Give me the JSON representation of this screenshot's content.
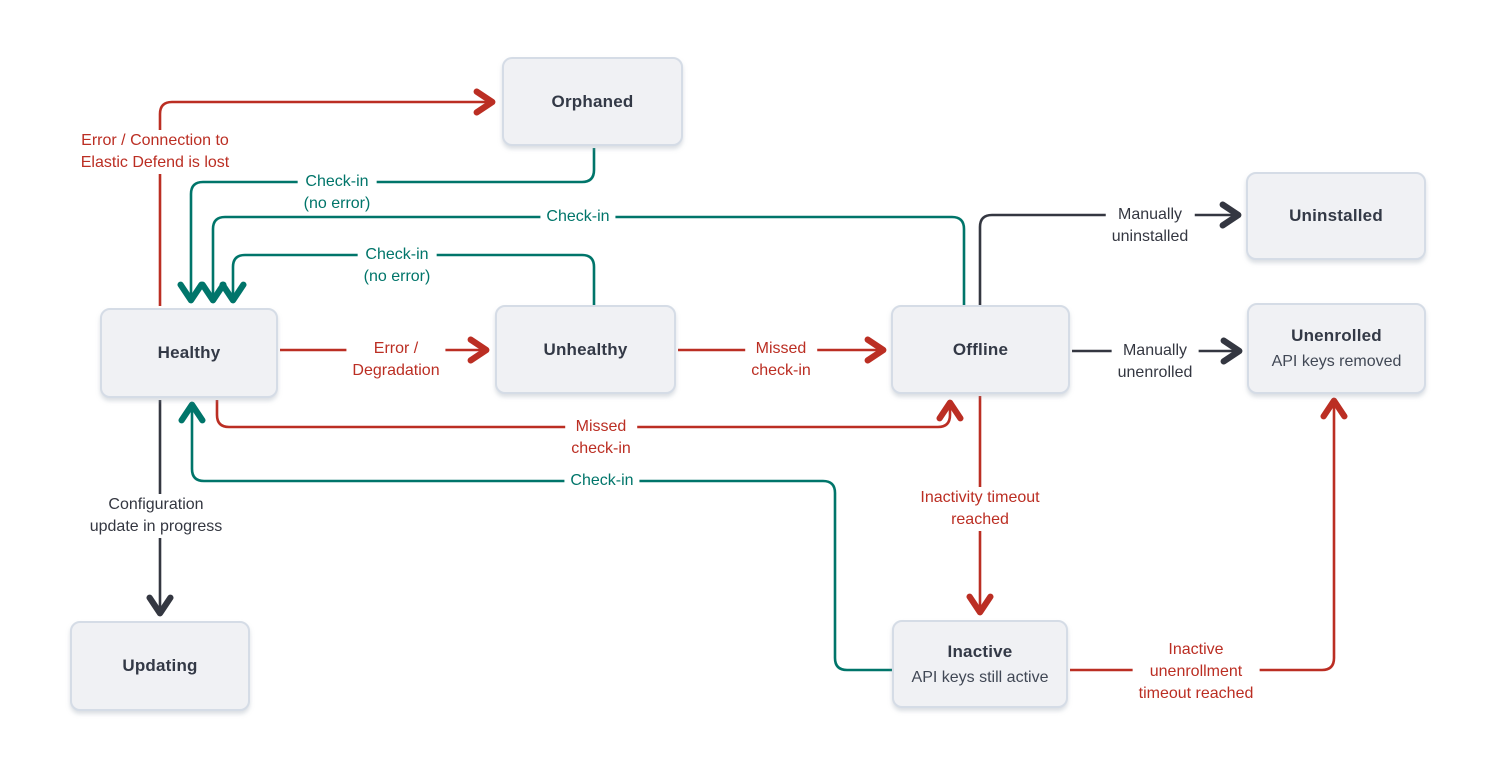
{
  "palette": {
    "red": "#bb2e23",
    "teal": "#00756a",
    "dark": "#343741",
    "node_fill": "#f0f1f4",
    "node_border": "#d5dce6"
  },
  "nodes": {
    "orphaned": {
      "label": "Orphaned"
    },
    "uninstalled": {
      "label": "Uninstalled"
    },
    "healthy": {
      "label": "Healthy"
    },
    "unhealthy": {
      "label": "Unhealthy"
    },
    "offline": {
      "label": "Offline"
    },
    "unenrolled": {
      "label": "Unenrolled",
      "sublabel": "API keys removed"
    },
    "updating": {
      "label": "Updating"
    },
    "inactive": {
      "label": "Inactive",
      "sublabel": "API keys still active"
    }
  },
  "edges": {
    "error_connection": {
      "from": "healthy",
      "to": "orphaned",
      "color": "red",
      "label": "Error / Connection to\nElastic Defend is lost"
    },
    "checkin_orphaned": {
      "from": "orphaned",
      "to": "healthy",
      "color": "teal",
      "label": "Check-in\n(no error)"
    },
    "checkin_offline": {
      "from": "offline",
      "to": "healthy",
      "color": "teal",
      "label": "Check-in"
    },
    "checkin_unhealthy": {
      "from": "unhealthy",
      "to": "healthy",
      "color": "teal",
      "label": "Check-in\n(no error)"
    },
    "error_degradation": {
      "from": "healthy",
      "to": "unhealthy",
      "color": "red",
      "label": "Error /\nDegradation"
    },
    "missed_checkin_1": {
      "from": "unhealthy",
      "to": "offline",
      "color": "red",
      "label": "Missed\ncheck-in"
    },
    "manually_uninstalled": {
      "from": "offline",
      "to": "uninstalled",
      "color": "dark",
      "label": "Manually\nuninstalled"
    },
    "manually_unenrolled": {
      "from": "offline",
      "to": "unenrolled",
      "color": "dark",
      "label": "Manually\nunenrolled"
    },
    "missed_checkin_2": {
      "from": "healthy",
      "to": "offline",
      "color": "red",
      "label": "Missed\ncheck-in"
    },
    "checkin_inactive": {
      "from": "inactive",
      "to": "healthy",
      "color": "teal",
      "label": "Check-in"
    },
    "inactivity_timeout": {
      "from": "offline",
      "to": "inactive",
      "color": "red",
      "label": "Inactivity timeout\nreached"
    },
    "inactive_unenrollment": {
      "from": "inactive",
      "to": "unenrolled",
      "color": "red",
      "label": "Inactive\nunenrollment\ntimeout reached"
    },
    "config_update": {
      "from": "healthy",
      "to": "updating",
      "color": "dark",
      "label": "Configuration\nupdate in progress"
    }
  }
}
